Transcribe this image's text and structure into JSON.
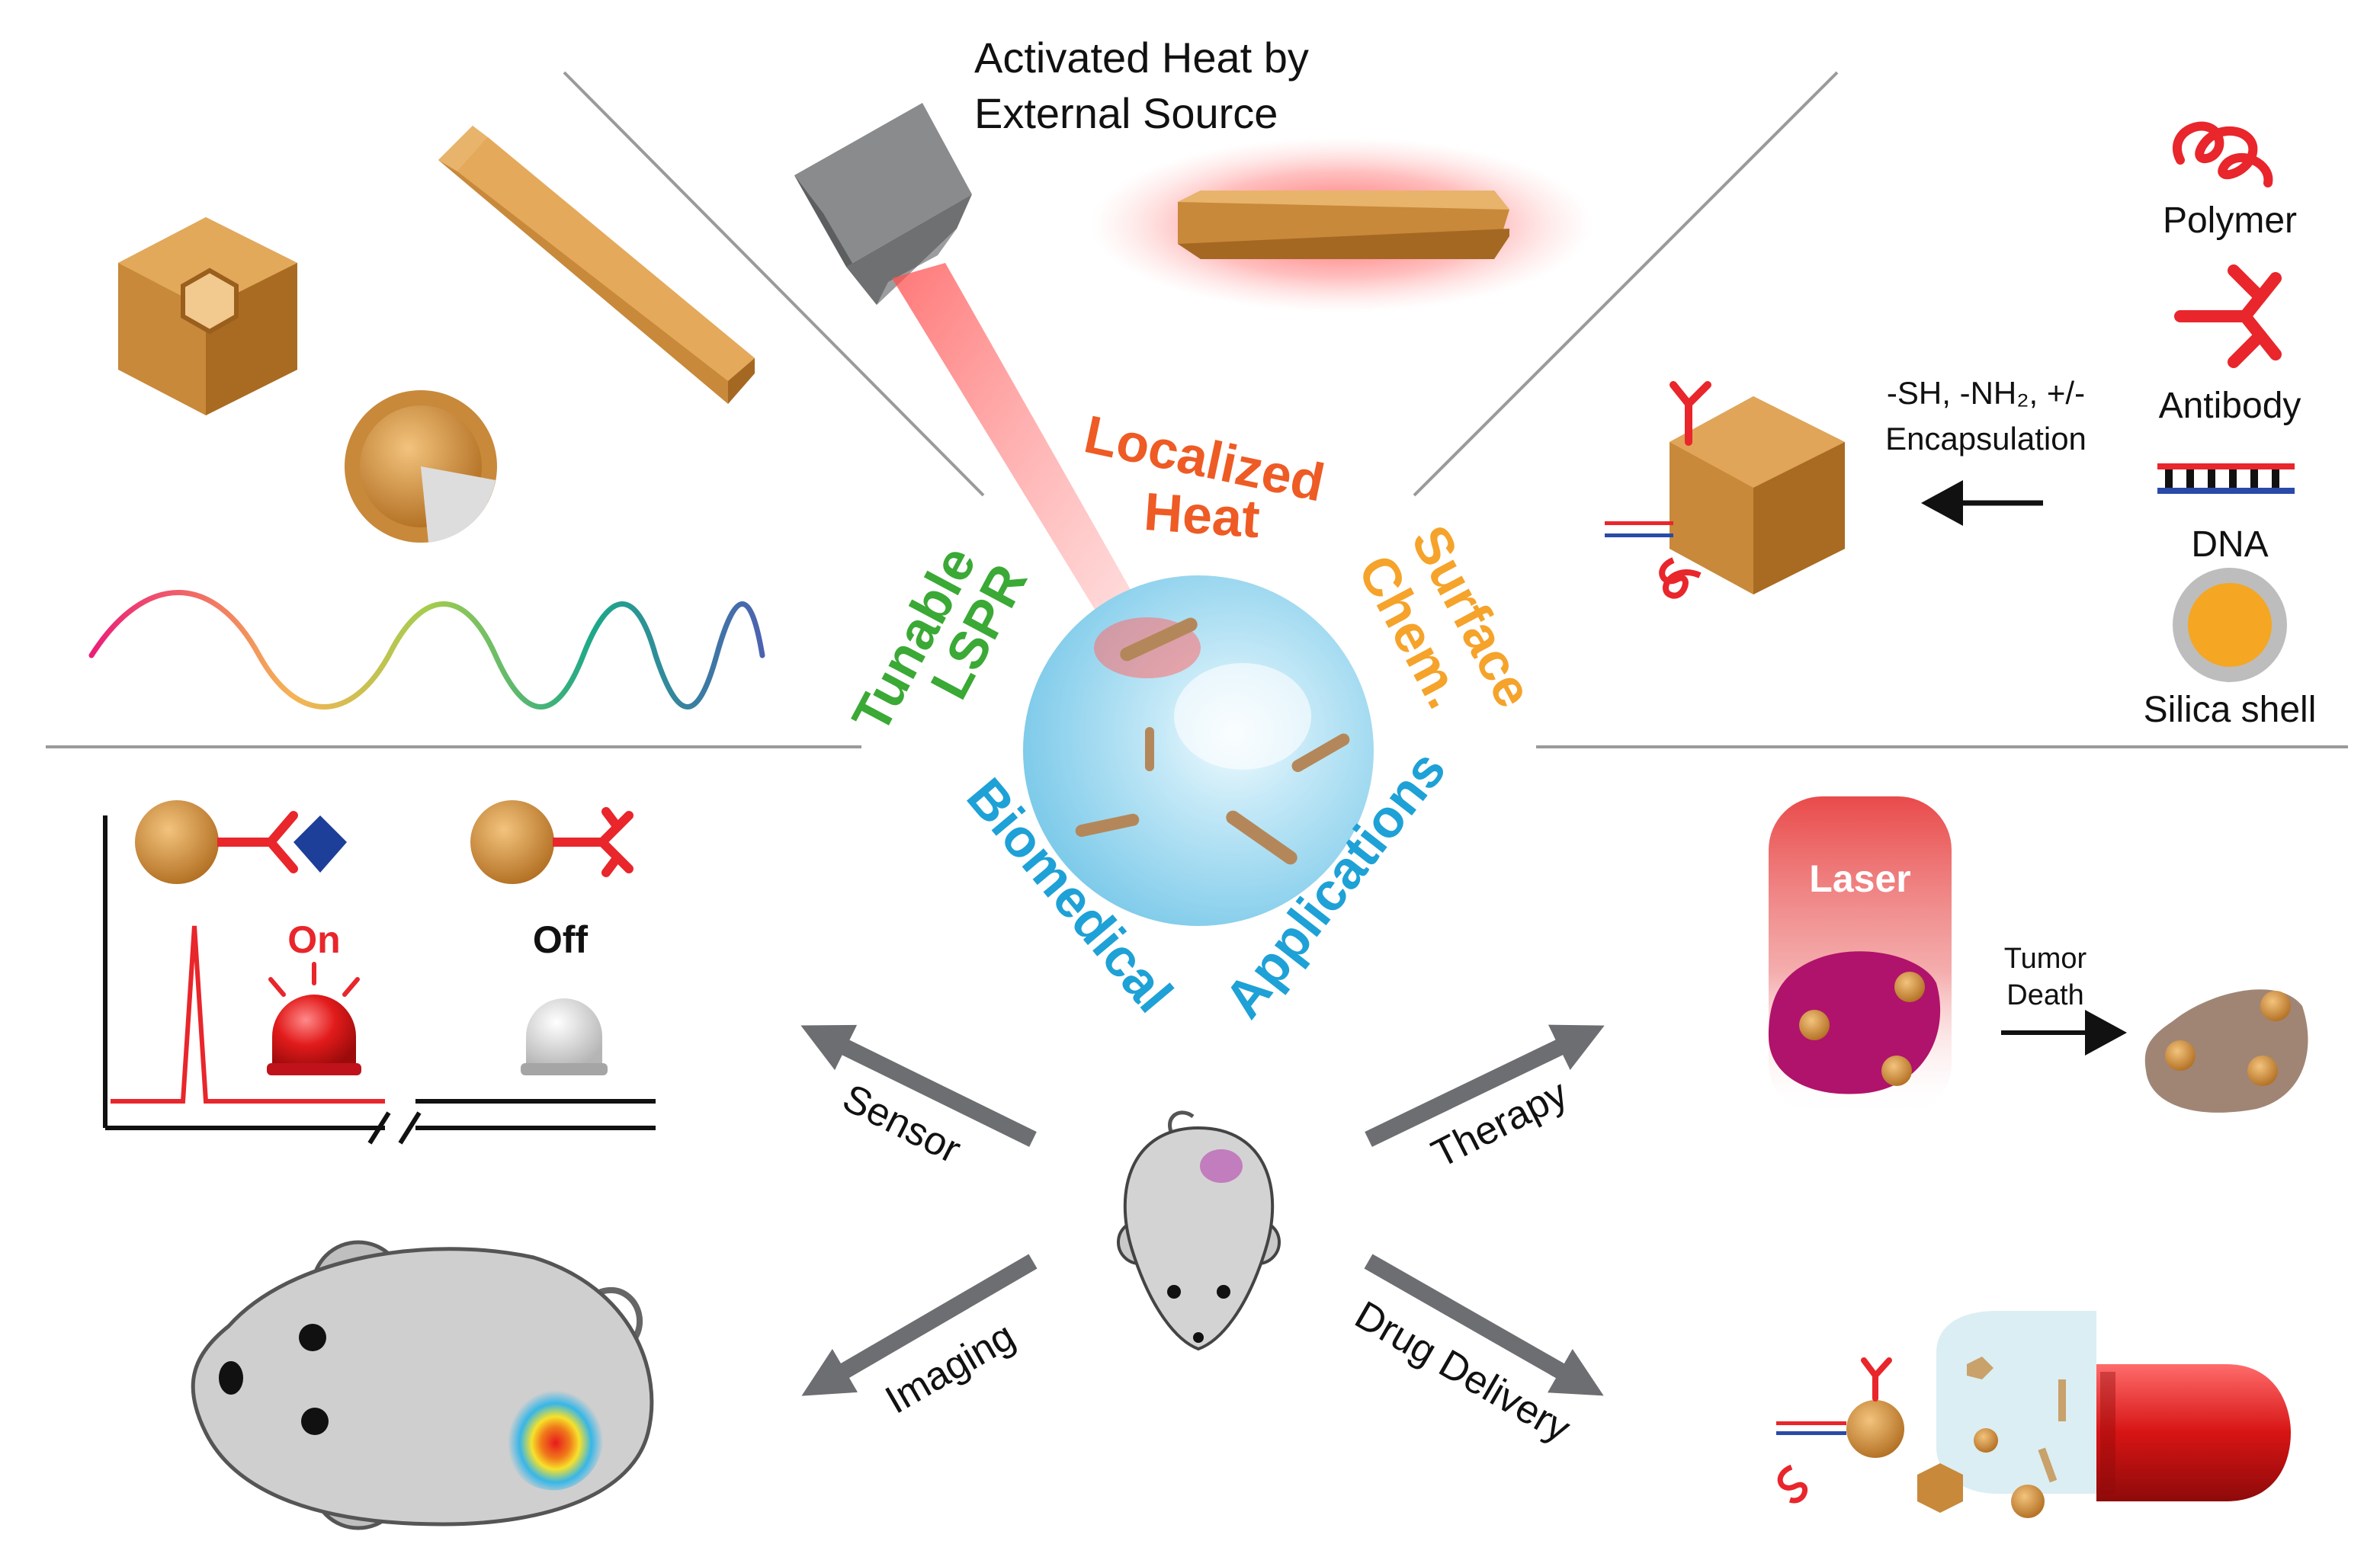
{
  "top": {
    "heat_title_line1": "Activated Heat by",
    "heat_title_line2": "External Source"
  },
  "center": {
    "localized_line1": "Localized",
    "localized_line2": "Heat",
    "tunable_line1": "Tunable",
    "tunable_line2": "LSPR",
    "surface_line1": "Surface",
    "surface_line2": "Chem.",
    "biomedical": "Biomedical",
    "applications": "Applications"
  },
  "surface_panel": {
    "polymer": "Polymer",
    "antibody": "Antibody",
    "dna": "DNA",
    "silica": "Silica shell",
    "chem_line1": "-SH, -NH₂, +/-",
    "chem_line2": "Encapsulation"
  },
  "sensor_panel": {
    "on": "On",
    "off": "Off"
  },
  "therapy_panel": {
    "laser": "Laser",
    "tumor_line1": "Tumor",
    "tumor_line2": "Death"
  },
  "arrows": {
    "sensor": "Sensor",
    "therapy": "Therapy",
    "imaging": "Imaging",
    "drug": "Drug Delivery"
  },
  "colors": {
    "gold": "#c8893a",
    "red": "#e8262b",
    "tunable_green": "#3aa935",
    "localized_orange": "#ee5b24",
    "surface_orange": "#f5a32a",
    "bio_blue": "#1ea1d6"
  }
}
